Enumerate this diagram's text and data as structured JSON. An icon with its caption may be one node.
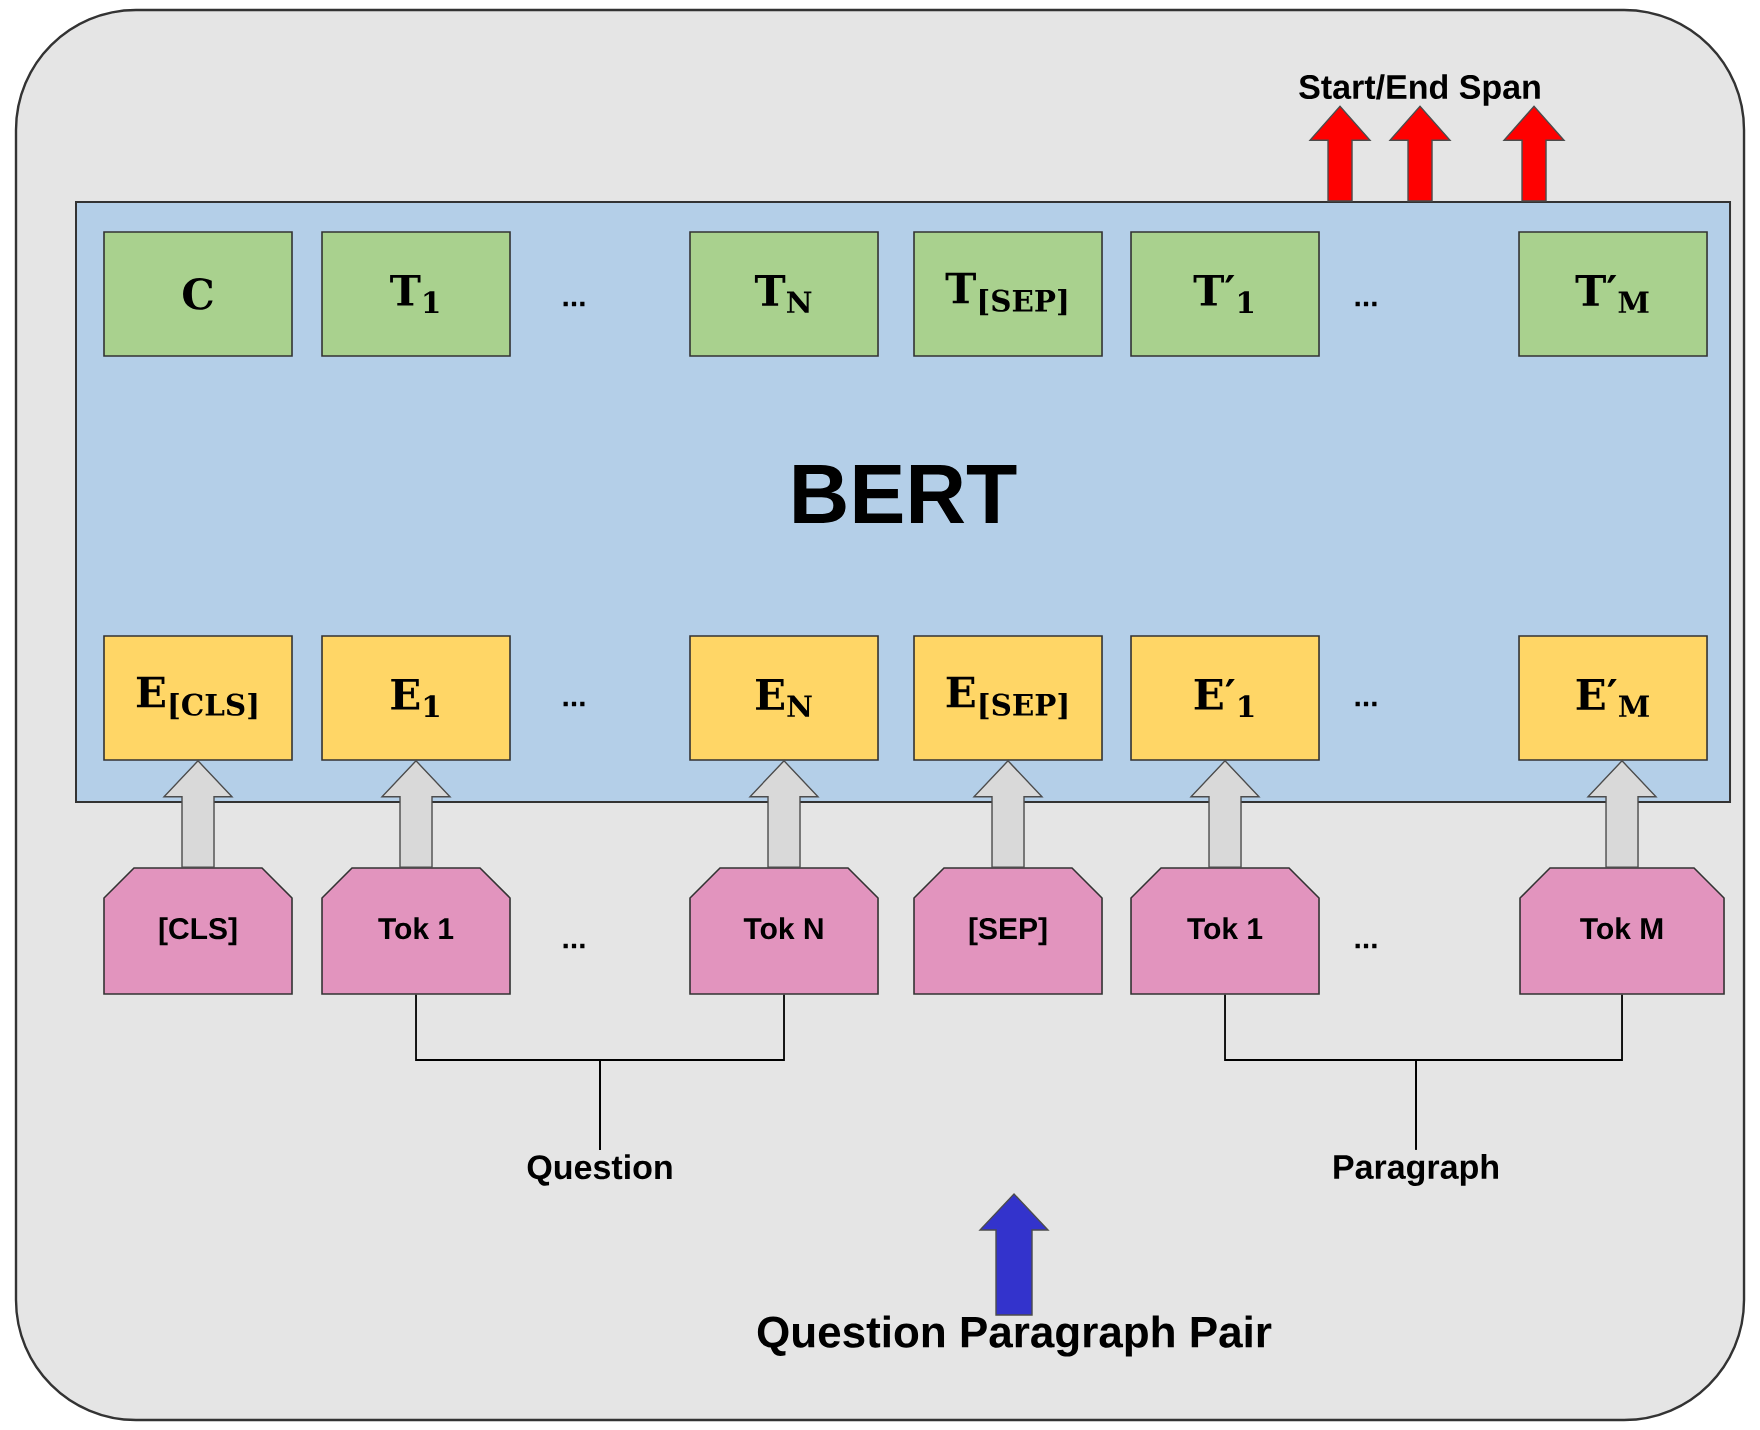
{
  "diagram": {
    "nodes": [
      {
        "text": [],
        "shape": "box"
      },
      {
        "text": [
          "BERT"
        ],
        "in": 0
      },
      {
        "text": [
          "C"
        ],
        "in": 1
      },
      {
        "text": [
          "T$_{1}$"
        ],
        "in": 1
      },
      {
        "text": [
          "T$_{N}$"
        ],
        "in": 1
      },
      {
        "text": [
          "T$_{[SEP]}$"
        ],
        "in": 1
      },
      {
        "text": [
          "T′$_{1}$"
        ],
        "in": 1
      },
      {
        "text": [
          "T′$_{M}$"
        ],
        "in": 1
      },
      {
        "text": [
          "E$_{[CLS]}$"
        ],
        "in": 1
      },
      {
        "text": [
          "E$_{1}$"
        ],
        "in": 1
      },
      {
        "text": [
          "E$_{N}$"
        ],
        "in": 1
      },
      {
        "text": [
          "E$_{[SEP]}$"
        ],
        "in": 1
      },
      {
        "text": [
          "E′$_{1}$"
        ],
        "in": 1
      },
      {
        "text": [
          "E′$_{M}$"
        ],
        "in": 1
      },
      {
        "text": [
          "[CLS]"
        ],
        "in": 0
      },
      {
        "text": [
          "Tok 1"
        ],
        "in": 0
      },
      {
        "text": [
          "Tok N"
        ],
        "in": 0
      },
      {
        "text": [
          "[SEP]"
        ],
        "in": 0
      },
      {
        "text": [
          "Tok 1"
        ],
        "in": 0
      },
      {
        "text": [
          "Tok M"
        ],
        "in": 0
      },
      {
        "text": [
          "Question"
        ],
        "in": 0
      },
      {
        "text": [
          "Paragraph"
        ],
        "in": 0
      },
      {
        "text": [
          "Question Paragraph Pair"
        ],
        "in": 0
      },
      {
        "text": [
          "Start/End Span"
        ],
        "in": 0
      }
    ],
    "edges": [
      {
        "from": 14,
        "to": 8,
        "arrow": "to",
        "style": "thick",
        "color": "#d9d9d9"
      },
      {
        "from": 15,
        "to": 9,
        "arrow": "to",
        "style": "thick",
        "color": "#d9d9d9"
      },
      {
        "from": 16,
        "to": 10,
        "arrow": "to",
        "style": "thick",
        "color": "#d9d9d9"
      },
      {
        "from": 17,
        "to": 11,
        "arrow": "to",
        "style": "thick",
        "color": "#d9d9d9"
      },
      {
        "from": 18,
        "to": 12,
        "arrow": "to",
        "style": "thick",
        "color": "#d9d9d9"
      },
      {
        "from": 19,
        "to": 13,
        "arrow": "to",
        "style": "thick",
        "color": "#d9d9d9"
      },
      {
        "from": 15,
        "to": 20,
        "arrow": "none",
        "color": "#000000"
      },
      {
        "from": 16,
        "to": 20,
        "arrow": "none",
        "color": "#000000"
      },
      {
        "from": 18,
        "to": 21,
        "arrow": "none",
        "color": "#000000"
      },
      {
        "from": 19,
        "to": 21,
        "arrow": "none",
        "color": "#000000"
      },
      {
        "from": 1,
        "to": 23,
        "arrow": "to",
        "style": "thick",
        "color": "#ff0000"
      },
      {
        "from": 1,
        "to": 23,
        "arrow": "to",
        "style": "thick",
        "color": "#ff0000"
      },
      {
        "from": 1,
        "to": 23,
        "arrow": "to",
        "style": "thick",
        "color": "#ff0000"
      },
      {
        "from": 22,
        "to": null,
        "arrow": "to",
        "style": "thick",
        "color": "#3333cc"
      }
    ],
    "labels": [
      "...",
      "...",
      "...",
      "...",
      "...",
      "..."
    ]
  }
}
